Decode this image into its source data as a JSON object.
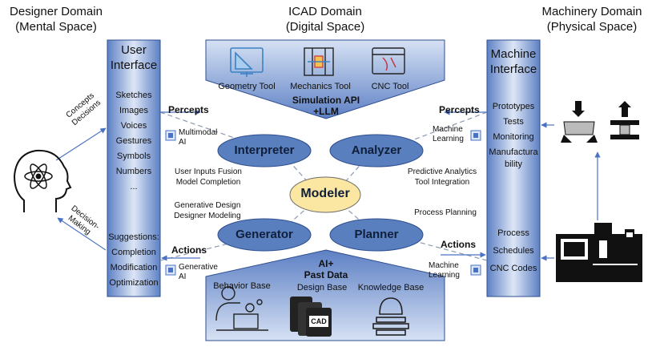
{
  "domains": {
    "designer": {
      "line1": "Designer Domain",
      "line2": "(Mental Space)"
    },
    "icad": {
      "line1": "ICAD Domain",
      "line2": "(Digital Space)"
    },
    "machinery": {
      "line1": "Machinery Domain",
      "line2": "(Physical Space)"
    }
  },
  "user_interface": {
    "title_line1": "User",
    "title_line2": "Interface",
    "inputs": [
      "Sketches",
      "Images",
      "Voices",
      "Gestures",
      "Symbols",
      "Numbers",
      "..."
    ],
    "outputs": [
      "Suggestions:",
      "Completion",
      "Modification",
      "Optimization"
    ]
  },
  "machine_interface": {
    "title_line1": "Machine",
    "title_line2": "Interface",
    "inputs": [
      "Prototypes",
      "Tests",
      "Monitoring",
      "Manufactura",
      "bility"
    ],
    "outputs": [
      "Process",
      "Schedules",
      "CNC Codes"
    ]
  },
  "top_tools": {
    "geometry": "Geometry Tool",
    "mechanics": "Mechanics Tool",
    "cnc": "CNC Tool",
    "api_line1": "Simulation API",
    "api_line2": "+LLM"
  },
  "bottom_bases": {
    "ai_line1": "AI+",
    "ai_line2": "Past Data",
    "behavior": "Behavior Base",
    "design": "Design Base",
    "knowledge": "Knowledge Base",
    "cad_label": "CAD"
  },
  "modules": {
    "interpreter": "Interpreter",
    "analyzer": "Analyzer",
    "modeler": "Modeler",
    "generator": "Generator",
    "planner": "Planner"
  },
  "flows": {
    "percepts_left": "Percepts",
    "percepts_right": "Percepts",
    "actions_left": "Actions",
    "actions_right": "Actions",
    "concepts": "Concepts",
    "decisions": "Decisions",
    "decision": "Decision-",
    "making": "Making"
  },
  "annotations": {
    "multimodal_line1": "Multimodal",
    "multimodal_line2": "AI",
    "ml_top_line1": "Machine",
    "ml_top_line2": "Learning",
    "generative_line1": "Generative",
    "generative_line2": "AI",
    "ml_bottom_line1": "Machine",
    "ml_bottom_line2": "Learning",
    "interp_line1": "User Inputs Fusion",
    "interp_line2": "Model Completion",
    "analyzer_line1": "Predictive Analytics",
    "analyzer_line2": "Tool Integration",
    "generator_line1": "Generative Design",
    "generator_line2": "Designer Modeling",
    "planner_line1": "Process Planning"
  },
  "colors": {
    "panel_edge": "#4a6fb5",
    "panel_fill": "#c9d6f0",
    "ellipse": "#5a7fbf",
    "modeler": "#fbe7a1",
    "arrow": "#4a72c4"
  }
}
